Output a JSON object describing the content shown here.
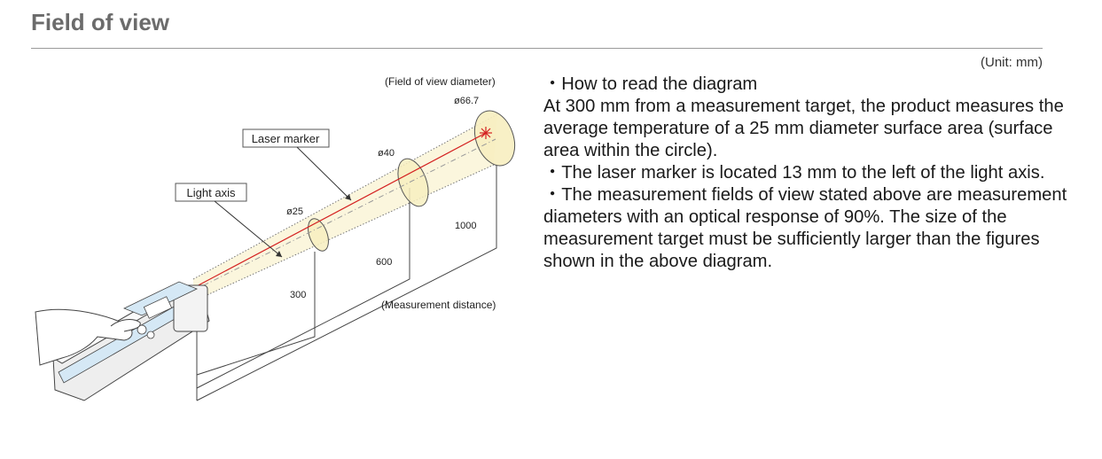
{
  "header": {
    "title": "Field of view"
  },
  "unit_note": "(Unit: mm)",
  "diagram": {
    "fov_heading": "(Field of view diameter)",
    "diameters": [
      "ø25",
      "ø40",
      "ø66.7"
    ],
    "distances": [
      "300",
      "600",
      "1000"
    ],
    "distance_heading": "(Measurement distance)",
    "laser_label": "Laser marker",
    "axis_label": "Light axis"
  },
  "notes": [
    "・How to read the diagram",
    "At 300 mm from a measurement target, the product measures the average temperature of a 25 mm diameter surface area (surface area within the circle).",
    "・The laser marker is located 13 mm to the left of the light axis.",
    "・The measurement fields of view stated above are measurement diameters with an optical response of 90%. The size of the measurement target must be sufficiently larger than the figures shown in the above diagram."
  ]
}
